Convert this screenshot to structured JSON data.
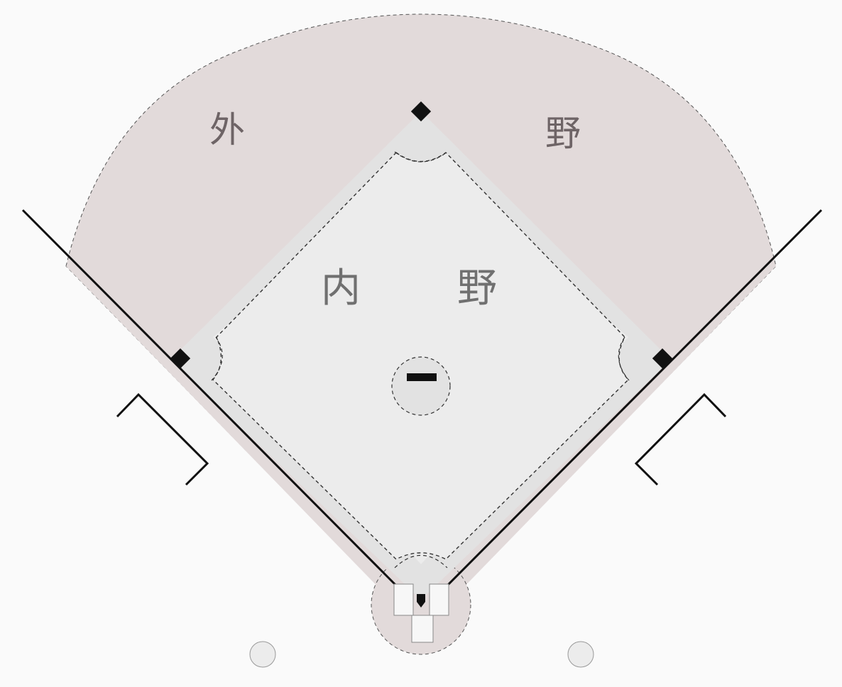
{
  "labels": {
    "outfield_left": "外",
    "outfield_right": "野",
    "infield_left": "内",
    "infield_right": "野"
  },
  "colors": {
    "background": "#fafafa",
    "outfield_dirt": "#e2dada",
    "infield_grass": "#ececec",
    "basepath": "#e2e2e2",
    "line": "#111111",
    "dashed": "#333333"
  },
  "icons": {
    "bases": "diamond",
    "home_plate": "pentagon",
    "pitchers_plate": "rectangle"
  }
}
